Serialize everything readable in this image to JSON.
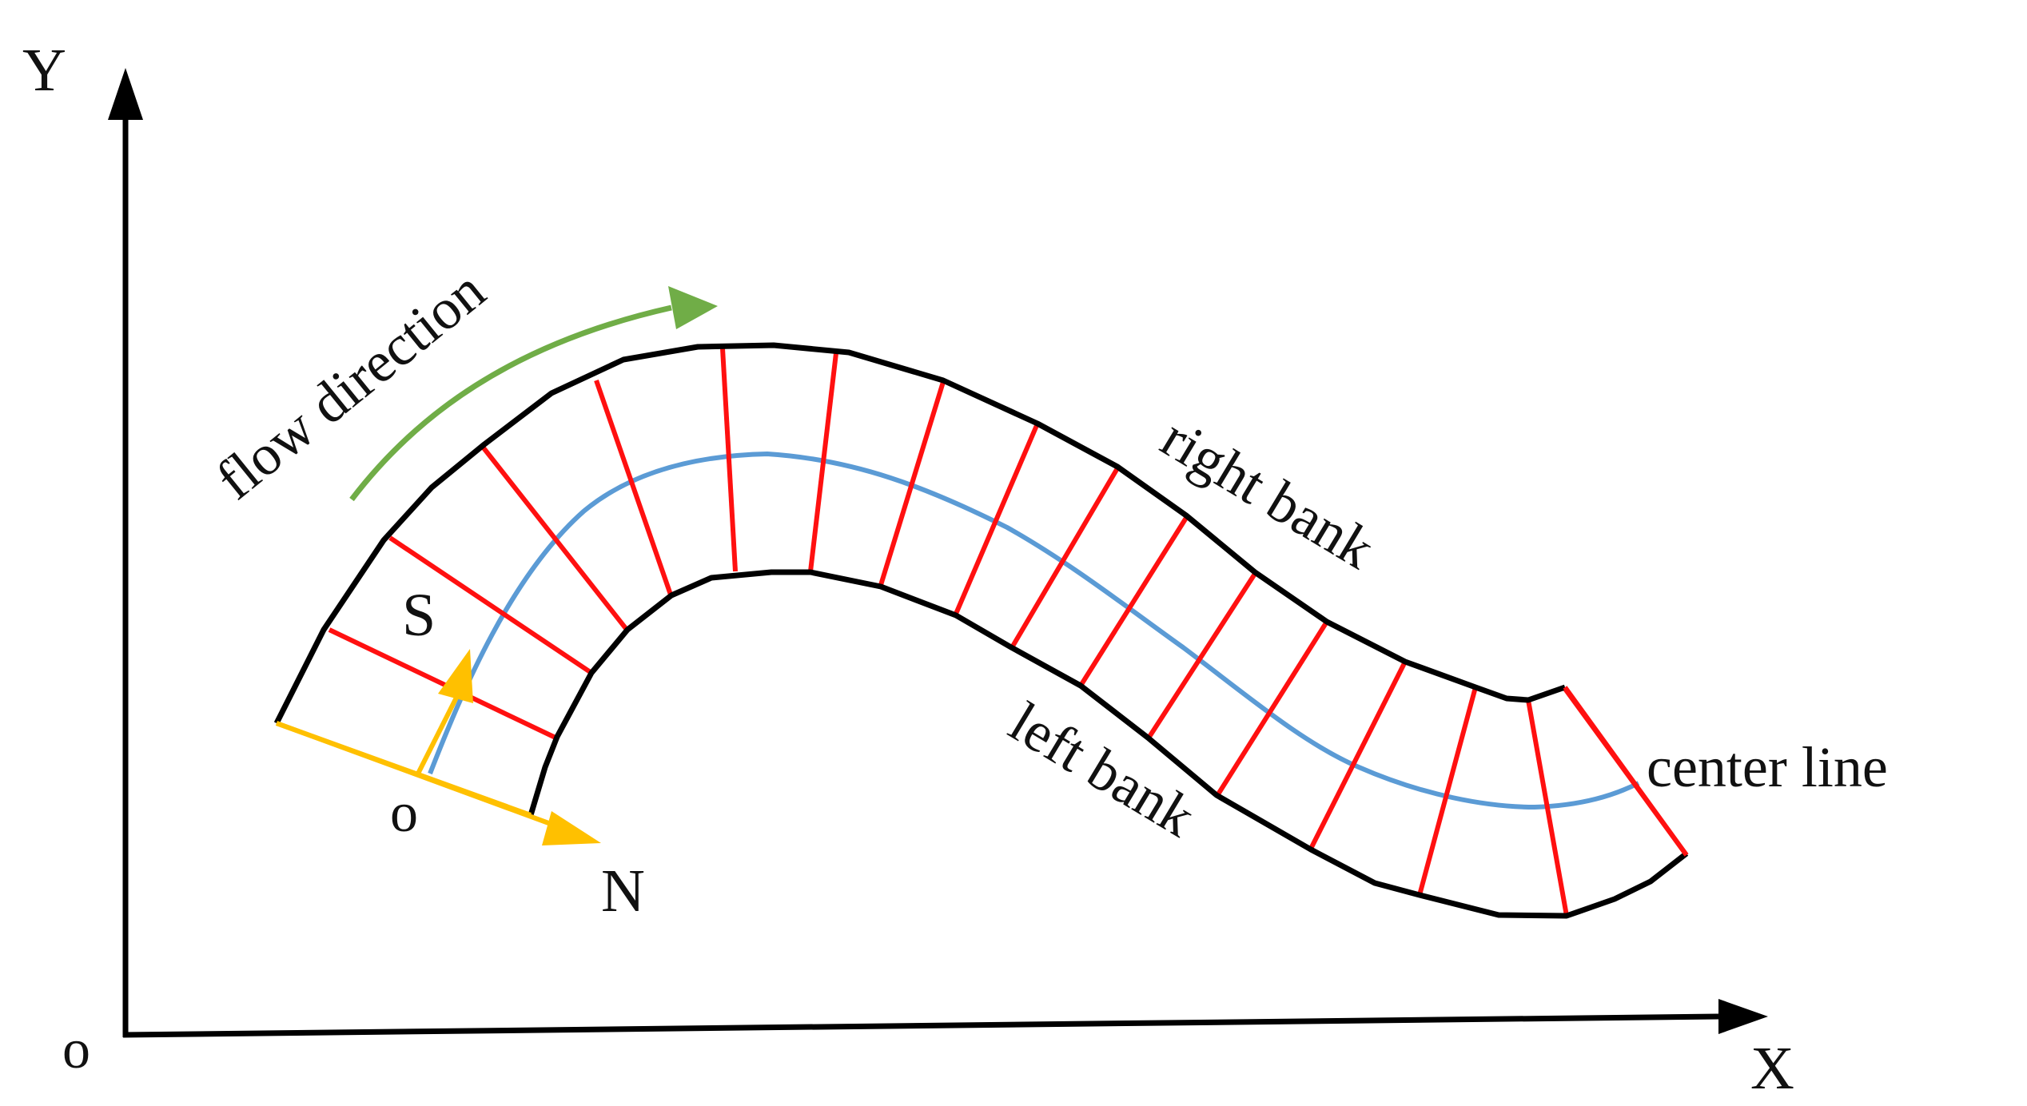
{
  "labels": {
    "y_axis": "Y",
    "x_axis": "X",
    "origin": "o",
    "local_origin": "o",
    "s_axis": "S",
    "n_axis": "N",
    "flow": "flow direction",
    "right_bank": "right bank",
    "left_bank": "left bank",
    "center_line": "center line"
  },
  "colors": {
    "axes": "#000000",
    "banks": "#000000",
    "sections": "#ff1010",
    "center_line": "#5b9bd5",
    "local_axes": "#ffc000",
    "flow_arrow": "#70ad47"
  }
}
